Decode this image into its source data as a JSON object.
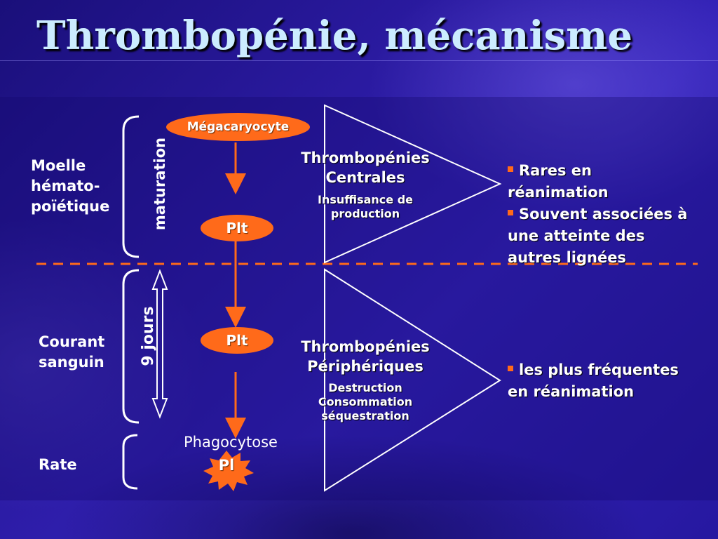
{
  "title": "Thrombopénie, mécanisme",
  "regions": {
    "moelle": [
      "Moelle",
      "hémato-",
      "poïétique"
    ],
    "courant": [
      "Courant",
      "sanguin"
    ],
    "rate": "Rate"
  },
  "nodes": {
    "megacaryocyte": "Mégacaryocyte",
    "plt_top": "Plt",
    "plt_mid": "Plt",
    "phagocytose": "Phagocytose",
    "pl": "Pl"
  },
  "annotations": {
    "maturation": "maturation",
    "duration": "9 jours"
  },
  "central": {
    "title": [
      "Thrombopénies",
      "Centrales"
    ],
    "sub": [
      "Insuffisance de",
      "production"
    ],
    "bullets": [
      [
        "Rares en",
        "réanimation"
      ],
      [
        "Souvent associées à",
        "une atteinte des",
        "autres lignées"
      ]
    ]
  },
  "peripheral": {
    "title": [
      "Thrombopénies",
      "Périphériques"
    ],
    "sub": [
      "Destruction",
      "Consommation",
      "séquestration"
    ],
    "bullets": [
      [
        "les plus fréquentes",
        "en réanimation"
      ]
    ]
  },
  "colors": {
    "accent": "#ff6a1a",
    "title": "#ccecff",
    "text": "#ffffff"
  }
}
